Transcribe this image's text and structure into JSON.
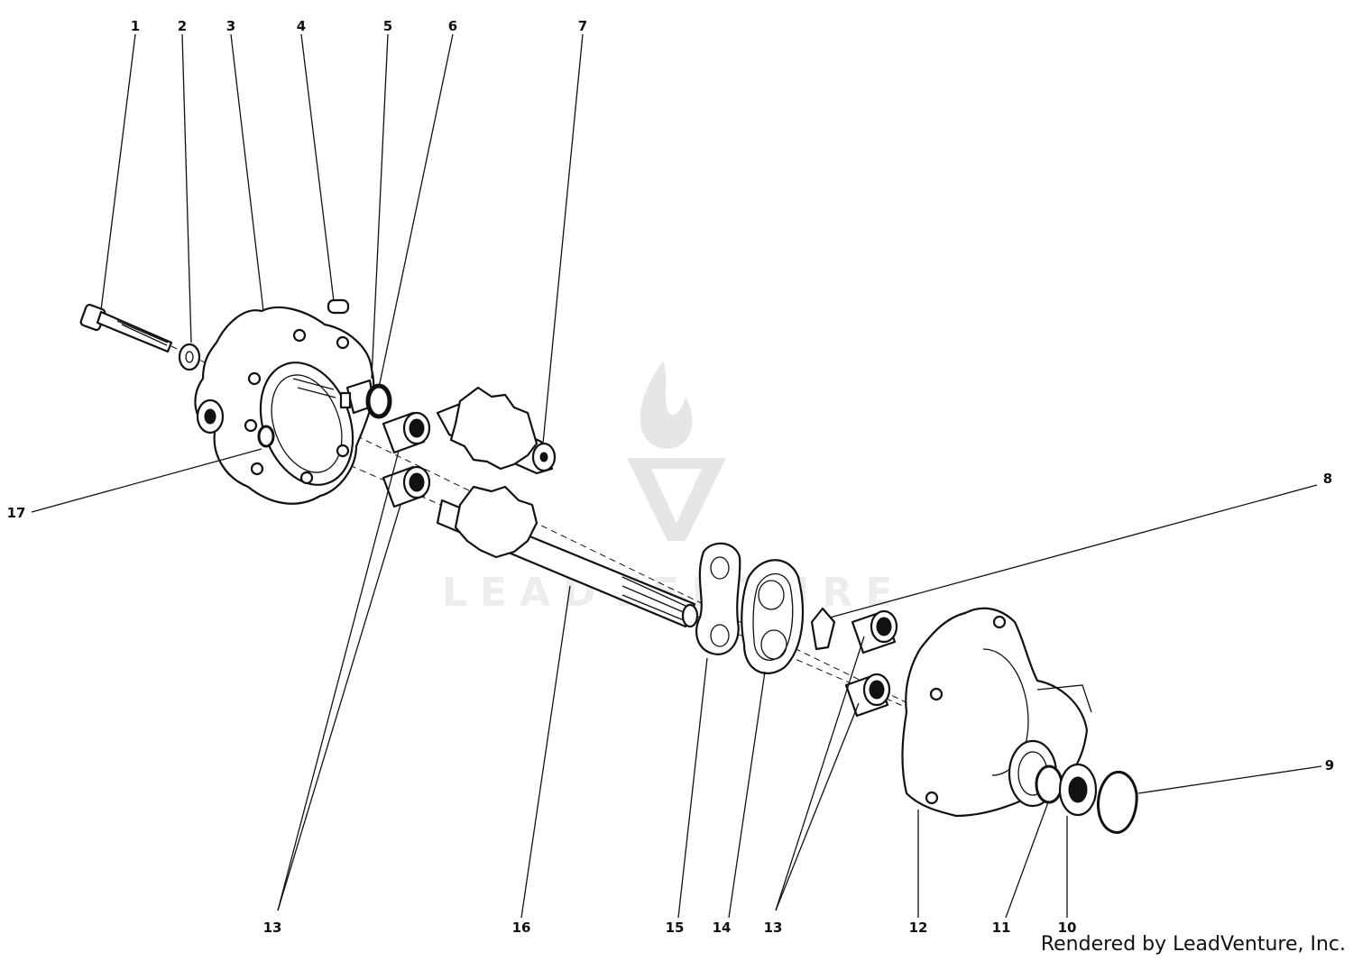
{
  "diagram": {
    "callouts": [
      {
        "id": "c1",
        "label": "1"
      },
      {
        "id": "c2",
        "label": "2"
      },
      {
        "id": "c3",
        "label": "3"
      },
      {
        "id": "c4",
        "label": "4"
      },
      {
        "id": "c5",
        "label": "5"
      },
      {
        "id": "c6",
        "label": "6"
      },
      {
        "id": "c7",
        "label": "7"
      },
      {
        "id": "c8",
        "label": "8"
      },
      {
        "id": "c9",
        "label": "9"
      },
      {
        "id": "c10",
        "label": "10"
      },
      {
        "id": "c11",
        "label": "11"
      },
      {
        "id": "c12",
        "label": "12"
      },
      {
        "id": "c13a",
        "label": "13"
      },
      {
        "id": "c13b",
        "label": "13"
      },
      {
        "id": "c14",
        "label": "14"
      },
      {
        "id": "c15",
        "label": "15"
      },
      {
        "id": "c16",
        "label": "16"
      },
      {
        "id": "c17",
        "label": "17"
      }
    ],
    "watermark": "LEADVENTURE"
  },
  "footer": {
    "credit": "Rendered by LeadVenture, Inc."
  }
}
